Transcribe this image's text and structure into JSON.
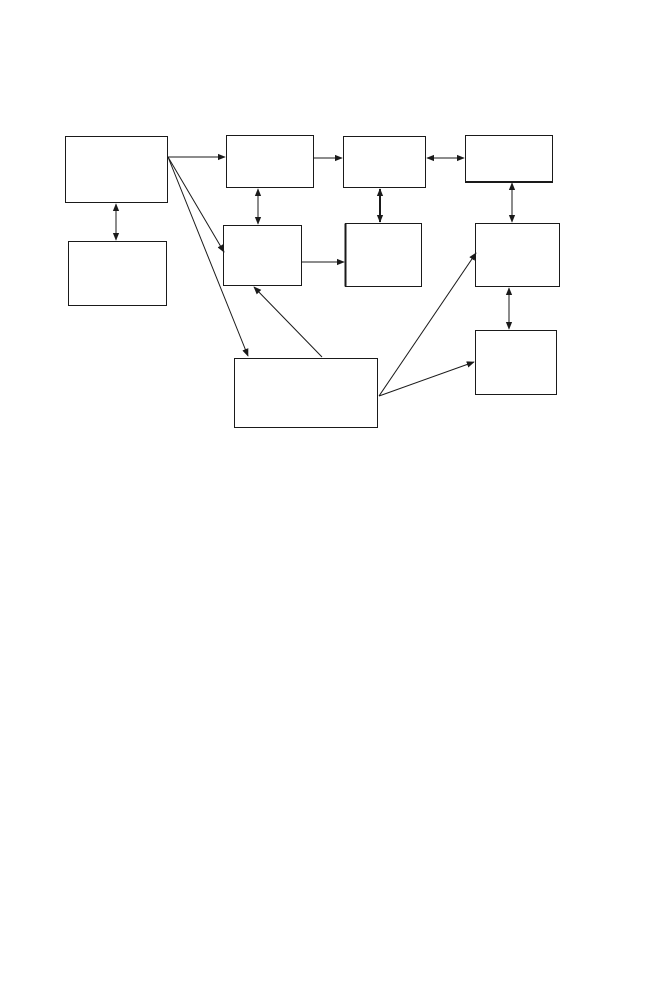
{
  "diagram": {
    "nodes": [
      {
        "id": "node-a",
        "label": ""
      },
      {
        "id": "node-b",
        "label": ""
      },
      {
        "id": "node-c",
        "label": ""
      },
      {
        "id": "node-d",
        "label": ""
      },
      {
        "id": "node-e",
        "label": ""
      },
      {
        "id": "node-f",
        "label": ""
      },
      {
        "id": "node-g",
        "label": ""
      },
      {
        "id": "node-h",
        "label": ""
      },
      {
        "id": "node-i",
        "label": ""
      },
      {
        "id": "node-j",
        "label": ""
      },
      {
        "id": "node-k",
        "label": ""
      }
    ],
    "edges": [
      {
        "from": "node-a",
        "to": "node-b",
        "direction": "both"
      },
      {
        "from": "node-a",
        "to": "node-c",
        "direction": "forward"
      },
      {
        "from": "node-a",
        "to": "node-f",
        "direction": "forward"
      },
      {
        "from": "node-a",
        "to": "node-k",
        "direction": "forward"
      },
      {
        "from": "node-c",
        "to": "node-d",
        "direction": "forward"
      },
      {
        "from": "node-d",
        "to": "node-e",
        "direction": "both"
      },
      {
        "from": "node-c",
        "to": "node-f",
        "direction": "both"
      },
      {
        "from": "node-d",
        "to": "node-g",
        "direction": "both"
      },
      {
        "from": "node-e",
        "to": "node-h",
        "direction": "both"
      },
      {
        "from": "node-f",
        "to": "node-g",
        "direction": "forward"
      },
      {
        "from": "node-h",
        "to": "node-i",
        "direction": "both"
      },
      {
        "from": "node-k",
        "to": "node-f",
        "direction": "forward"
      },
      {
        "from": "node-k",
        "to": "node-h",
        "direction": "forward"
      },
      {
        "from": "node-k",
        "to": "node-i",
        "direction": "forward"
      }
    ]
  }
}
